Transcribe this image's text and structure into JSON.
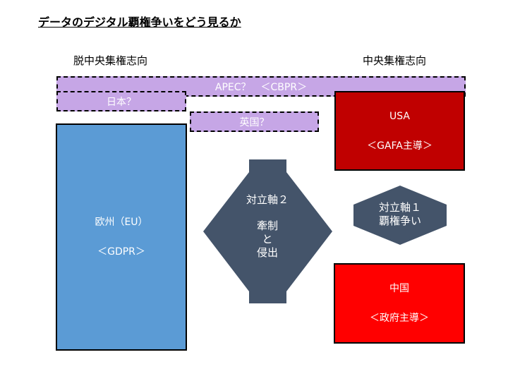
{
  "title": "データのデジタル覇権争いをどう見るか",
  "axis": {
    "left": "脱中央集権志向",
    "right": "中央集権志向"
  },
  "bands": {
    "apec": "APEC？　＜CBPR＞",
    "japan": "日本？",
    "uk": "英国？"
  },
  "blocks": {
    "eu": {
      "name": "欧州（EU）",
      "sub": "＜GDPR＞"
    },
    "usa": {
      "name": "USA",
      "sub": "＜GAFA主導＞"
    },
    "china": {
      "name": "中国",
      "sub": "＜政府主導＞"
    }
  },
  "arrows": {
    "axis2": {
      "line1": "対立軸２",
      "line2": "牽制",
      "line3": "と",
      "line4": "侵出"
    },
    "axis1": {
      "line1": "対立軸１",
      "line2": "覇権争い"
    }
  },
  "colors": {
    "eu": "#5b9bd5",
    "usa": "#c00000",
    "china": "#ff0000",
    "band": "#c6a6e6",
    "arrow": "#44546a"
  }
}
